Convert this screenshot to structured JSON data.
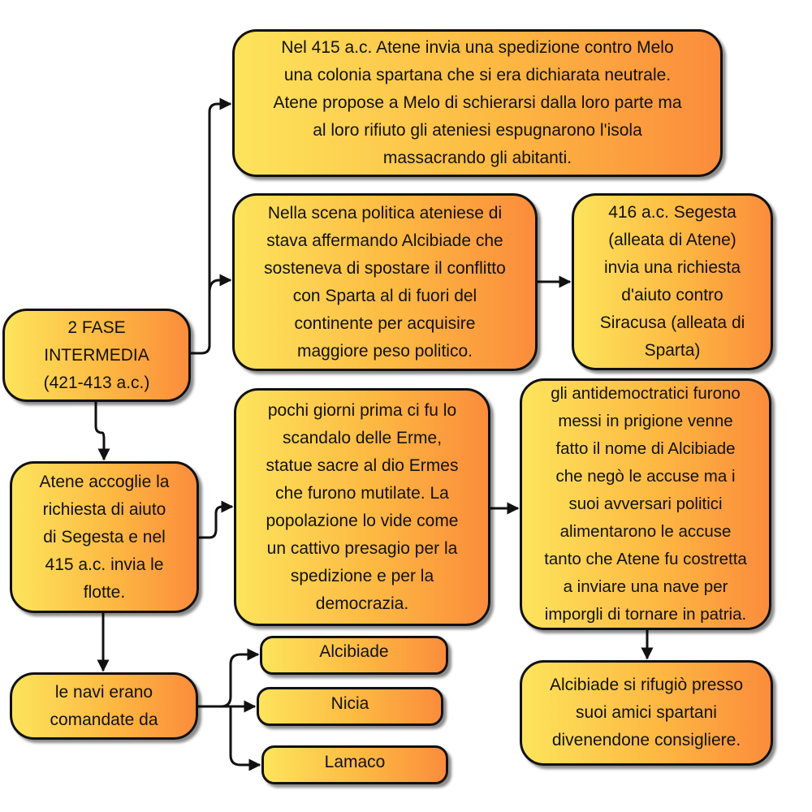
{
  "nodes": {
    "fase": "2 FASE\nINTERMEDIA\n(421-413 a.c.)",
    "melo": "Nel 415 a.c. Atene invia una spedizione contro Melo\nuna colonia spartana che si era dichiarata neutrale.\nAtene propose a Melo di schierarsi dalla loro parte ma\nal loro rifiuto gli ateniesi espugnarono l'isola\nmassacrando gli abitanti.",
    "alcibiade_politica": "Nella scena politica ateniese di\nstava affermando Alcibiade che\nsosteneva di spostare il conflitto\ncon Sparta al di fuori del\ncontinente per acquisire\nmaggiore peso politico.",
    "segesta": "416 a.c. Segesta\n(alleata di Atene)\ninvia una richiesta\nd'aiuto contro\nSiracusa (alleata di\nSparta)",
    "atene_accoglie": "Atene accoglie la\nrichiesta di aiuto\ndi Segesta e nel\n415 a.c. invia le\nflotte.",
    "erme": "pochi giorni prima ci fu lo\nscandalo delle Erme,\nstatue sacre al dio Ermes\nche furono mutilate. La\npopolazione lo vide come\nun cattivo presagio per la\nspedizione e per la\ndemocrazia.",
    "antidemocratici": "gli antidemoctratici furono\nmessi in prigione venne\nfatto il nome di Alcibiade\nche negò le accuse ma i\nsuoi avversari politici\nalimentarono le accuse\ntanto che Atene fu costretta\na inviare una nave per\nimporgli di tornare in patria.",
    "navi": "le navi erano\ncomandate da",
    "alcibiade": "Alcibiade",
    "nicia": "Nicia",
    "lamaco": "Lamaco",
    "rifugio": "Alcibiade si rifugiò presso\nsuoi amici spartani\ndivenendone consigliere."
  },
  "colors": {
    "gradient_start": "#fde45c",
    "gradient_end": "#fb8c3c",
    "border": "#111111"
  }
}
